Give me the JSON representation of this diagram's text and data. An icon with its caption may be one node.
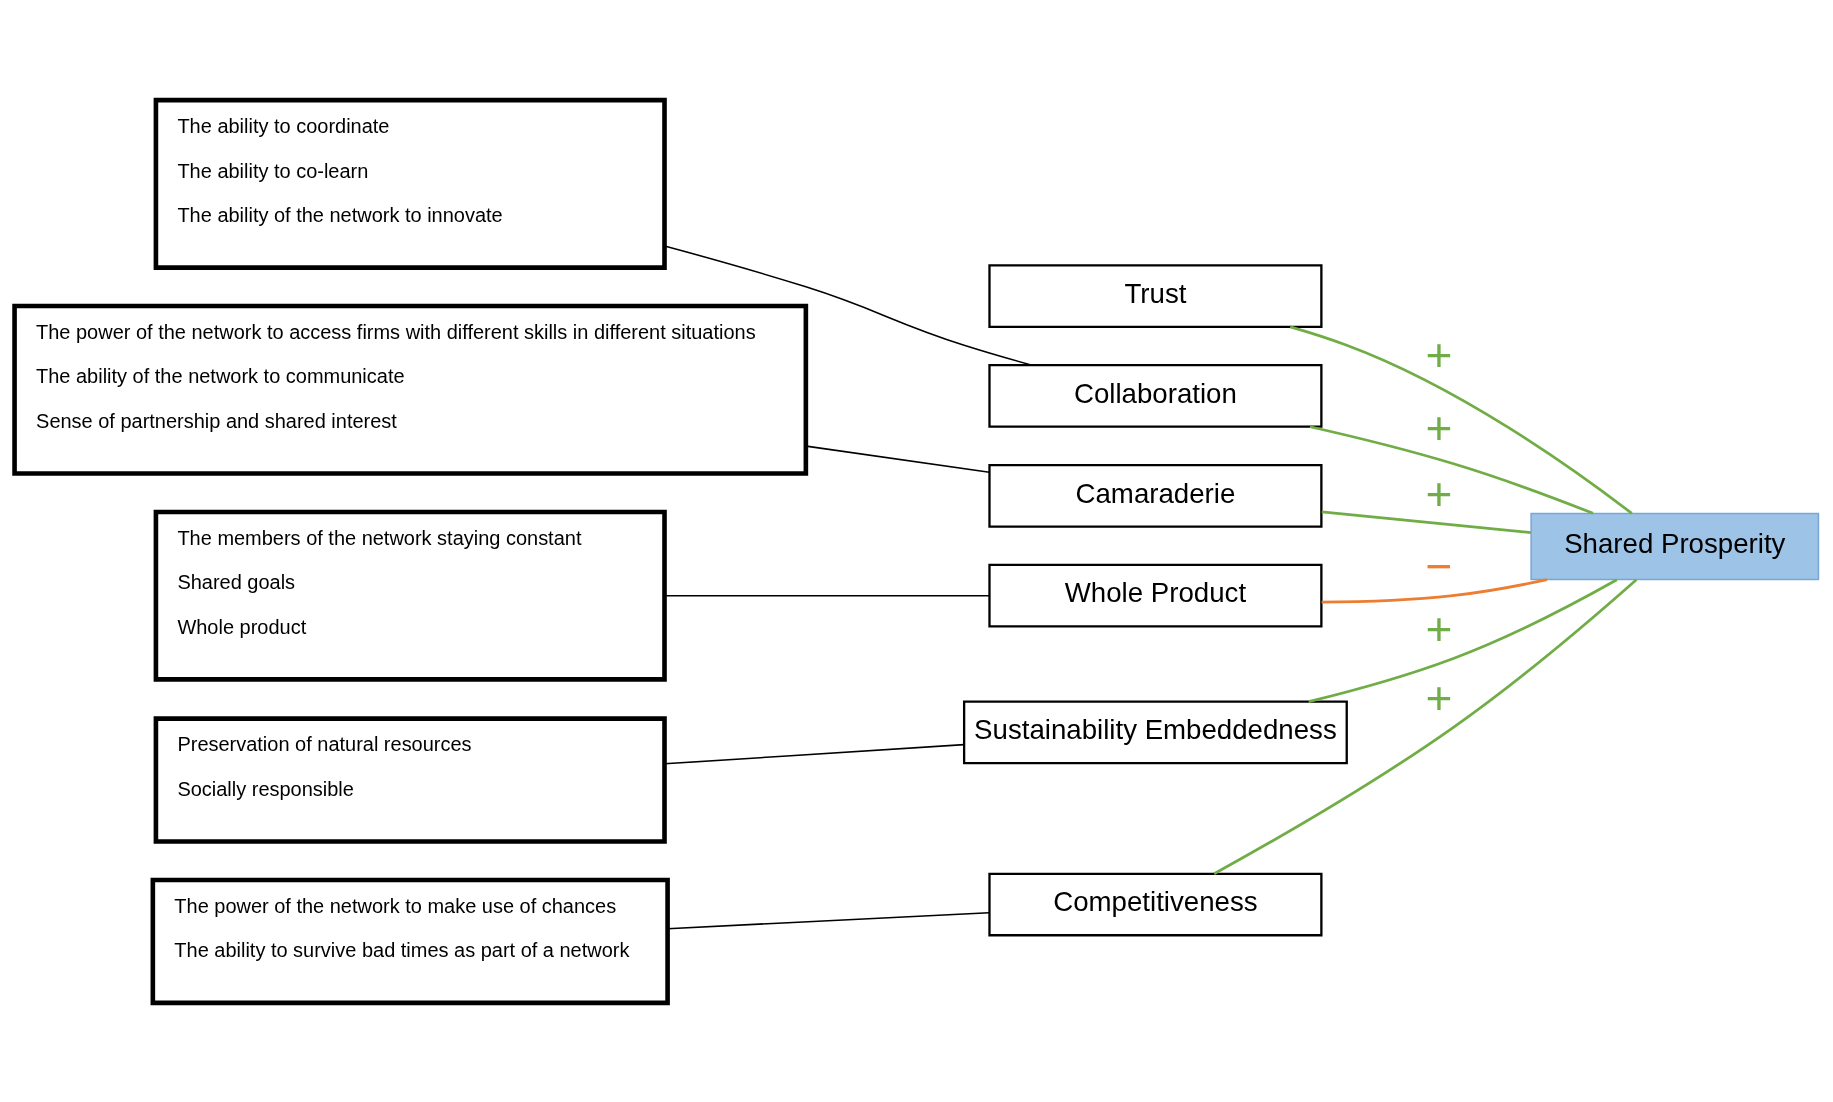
{
  "diagram": {
    "nodes": [
      {
        "text": [
          "Trust"
        ]
      },
      {
        "text": [
          "The ability to coordinate",
          "The ability to co-learn",
          "The ability of the network to innovate"
        ]
      },
      {
        "text": [
          "Collaboration"
        ]
      },
      {
        "text": [
          "The power of the network to access firms with different skills in different situations",
          "The ability of the network to communicate",
          "Sense of partnership and shared interest"
        ]
      },
      {
        "text": [
          "Camaraderie"
        ]
      },
      {
        "text": [
          "The members of the network staying constant",
          "Shared goals",
          "Whole product"
        ]
      },
      {
        "text": [
          "Whole Product"
        ]
      },
      {
        "text": [
          "Preservation of natural resources",
          "Socially responsible"
        ]
      },
      {
        "text": [
          "Sustainability Embeddedness"
        ]
      },
      {
        "text": [
          "The power of the network to make use of chances",
          "The ability to survive bad times as part of a network"
        ]
      },
      {
        "text": [
          "Competitiveness"
        ]
      },
      {
        "text": [
          "Shared Prosperity"
        ]
      }
    ],
    "edges": [
      {
        "from": 1,
        "to": 2,
        "arrow": "none"
      },
      {
        "from": 3,
        "to": 4,
        "arrow": "none"
      },
      {
        "from": 5,
        "to": 6,
        "arrow": "none"
      },
      {
        "from": 7,
        "to": 8,
        "arrow": "none"
      },
      {
        "from": 9,
        "to": 10,
        "arrow": "none"
      },
      {
        "from": 0,
        "to": 11,
        "arrow": "none",
        "label": "+",
        "color": "#70ad47"
      },
      {
        "from": 2,
        "to": 11,
        "arrow": "none",
        "label": "+",
        "color": "#70ad47"
      },
      {
        "from": 4,
        "to": 11,
        "arrow": "none",
        "label": "+",
        "color": "#70ad47"
      },
      {
        "from": 6,
        "to": 11,
        "arrow": "none",
        "label": "−",
        "color": "#ed7d31"
      },
      {
        "from": 8,
        "to": 11,
        "arrow": "none",
        "label": "+",
        "color": "#70ad47"
      },
      {
        "from": 10,
        "to": 11,
        "arrow": "none",
        "label": "+",
        "color": "#70ad47"
      }
    ]
  }
}
